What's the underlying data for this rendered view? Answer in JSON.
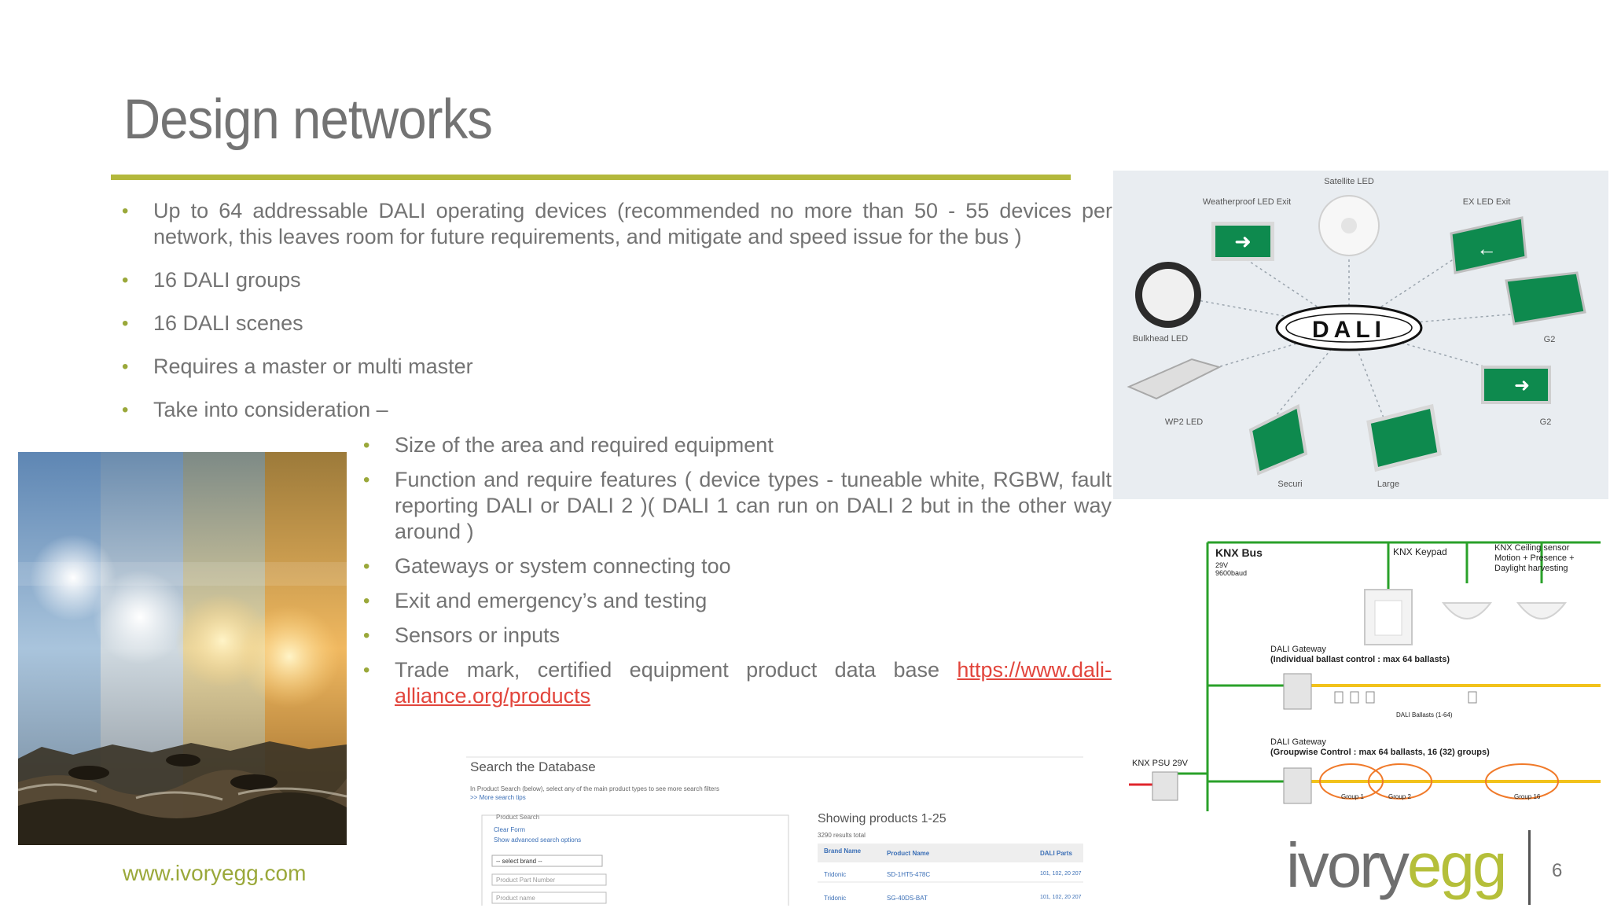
{
  "slide": {
    "title": "Design networks",
    "website": "www.ivoryegg.com",
    "page_number": "6"
  },
  "bullets": [
    "Up to 64 addressable DALI operating devices (recommended no more than 50 - 55 devices per network, this leaves room for future requirements, and mitigate and speed issue for the bus )",
    "16 DALI groups",
    "16 DALI scenes",
    "Requires a master or multi master",
    "Take into consideration –"
  ],
  "sub_bullets": [
    "Size of the area and required equipment",
    "Function and require features ( device types - tuneable white, RGBW, fault reporting DALI or DALI 2 )( DALI 1 can run on DALI 2 but in the other way around )",
    "Gateways or system connecting too",
    "Exit and emergency’s and testing",
    "Sensors or inputs"
  ],
  "trademark": {
    "text": "Trade mark, certified equipment product data base ",
    "link": "https://www.dali-alliance.org/products"
  },
  "logo": {
    "part1": "ivory",
    "part2": "egg"
  },
  "dali_image": {
    "center": "DALI",
    "labels": {
      "satellite": "Satellite LED",
      "weatherproof": "Weatherproof LED Exit",
      "ex": "EX LED Exit",
      "bulkhead": "Bulkhead LED",
      "g2_top": "G2",
      "wp2": "WP2 LED",
      "g2_bottom": "G2",
      "secure": "Securi",
      "large": "Large"
    }
  },
  "knx_image": {
    "bus": "KNX Bus",
    "bus_sub1": "29V",
    "bus_sub2": "9600baud",
    "keypad": "KNX Keypad",
    "ceiling1": "KNX Ceiling sensor",
    "ceiling2": "Motion + Presence +",
    "ceiling3": "Daylight harvesting",
    "gw1_title": "DALI Gateway",
    "gw1_sub": "(Individual ballast control : max 64 ballasts)",
    "ballasts": "DALI Ballasts (1-64)",
    "psu": "KNX PSU 29V",
    "gw2_title": "DALI Gateway",
    "gw2_sub": "(Groupwise Control : max 64 ballasts, 16 (32) groups)",
    "group1": "Group 1",
    "group2": "Group 2",
    "group16": "Group 16"
  },
  "db_image": {
    "heading": "Search the Database",
    "intro": "In Product Search (below), select any of the main product types to see more search filters",
    "more_link": ">> More search tips",
    "legend": "Product Search",
    "clear": "Clear Form",
    "advanced": "Show advanced search options",
    "brand": "-- select brand --",
    "part": "Product Part Number",
    "name": "Product name",
    "showing": "Showing products 1-25",
    "results": "3290 results total",
    "col1": "Brand Name",
    "col2": "Product Name",
    "col3": "DALI Parts",
    "row1_brand": "Tridonic",
    "row1_name": "SD-1HT5-478C",
    "row1_parts": "101, 102, 20 207",
    "row2_brand": "Tridonic",
    "row2_name": "SG-40DS-BAT",
    "row2_parts": "101, 102, 20 207"
  },
  "colors": {
    "accent": "#b3b83c",
    "link": "#e2453c",
    "text": "#737373",
    "exit_green": "#0e8a4e"
  }
}
